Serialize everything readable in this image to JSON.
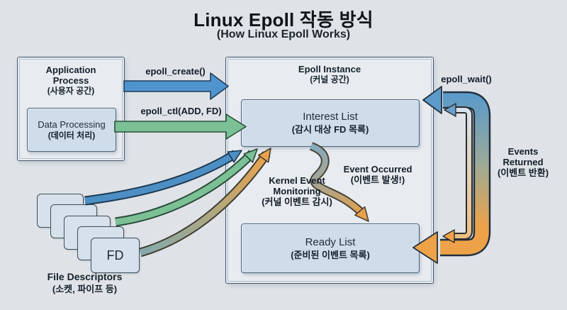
{
  "title": "Linux Epoll 작동 방식",
  "subtitle": "(How Linux Epoll Works)",
  "app_box": {
    "title": "Application Process",
    "subtitle": "(사용자 공간)",
    "data_processing": {
      "title": "Data Processing",
      "subtitle": "(데이터 처리)"
    }
  },
  "epoll_box": {
    "title": "Epoll Instance",
    "subtitle": "(커널 공간)",
    "interest_list": {
      "title": "Interest List",
      "subtitle": "(감시 대상 FD 목록)"
    },
    "ready_list": {
      "title": "Ready List",
      "subtitle": "(준비된 이벤트 목록)"
    }
  },
  "fd": {
    "label": "FD",
    "caption": "File Descriptors",
    "caption_sub": "(소켓, 파이프 등)"
  },
  "labels": {
    "epoll_create": "epoll_create()",
    "epoll_ctl": "epoll_ctl(ADD, FD)",
    "epoll_wait": "epoll_wait()",
    "events_returned": [
      "Events",
      "Returned",
      "(이벤트 반환)"
    ],
    "kernel_monitoring": [
      "Kernel Event",
      "Monitoring",
      "(커널 이벤트 감시)"
    ],
    "event_occurred": [
      "Event Occurred",
      "(이벤트 발생!)"
    ]
  },
  "colors": {
    "background": "#dfe3e8",
    "box_fill": "#cfdcea",
    "box_border": "#44566a",
    "arrow_blue": "#5094ce",
    "arrow_green": "#7cc095",
    "arrow_orange": "#eda24a",
    "text": "#16202a"
  }
}
